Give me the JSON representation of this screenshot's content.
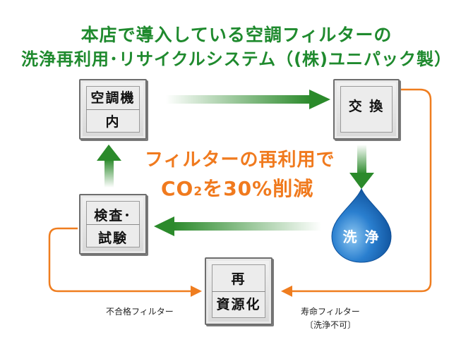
{
  "title": {
    "line1": "本店で導入している空調フィルターの",
    "line2": "洗浄再利用･リサイクルシステム（(株)ユニパック製）"
  },
  "boxes": {
    "aircon": {
      "line1": "空調機",
      "line2": "内"
    },
    "exchange": {
      "label": "交 換"
    },
    "inspect": {
      "line1": "検査･",
      "line2": "試験"
    },
    "recycle": {
      "line1": "再",
      "line2": "資源化"
    }
  },
  "wash": {
    "label": "洗 浄"
  },
  "center": {
    "line1": "フィルターの再利用で",
    "line2_pre": "CO",
    "line2_sub": "2",
    "line2_post": "を30%削減"
  },
  "notes": {
    "rejected": "不合格フィルター",
    "lifespan": "寿命フィルター",
    "lifespan_sub": "〔洗浄不可〕"
  },
  "colors": {
    "green": "#2d8b2d",
    "orange": "#ef7d1f",
    "blue": "#1d74c4"
  }
}
